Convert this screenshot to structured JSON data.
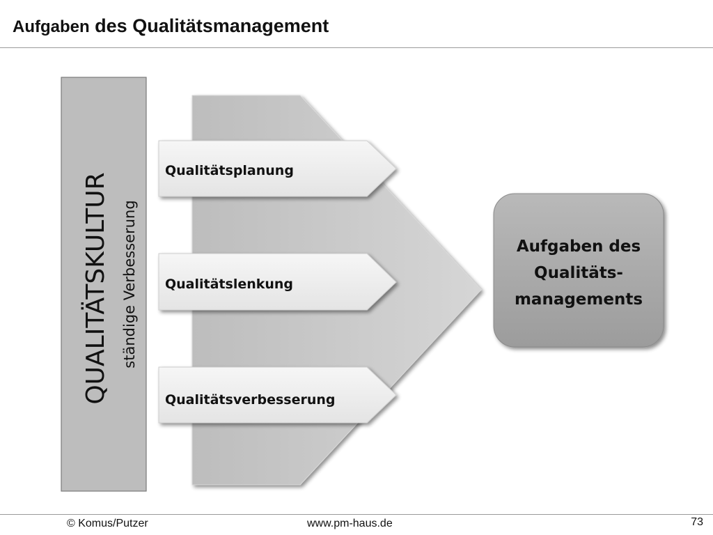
{
  "slide": {
    "title_small": "Aufgaben",
    "title_large": " des Qualitätsmanagement"
  },
  "diagram": {
    "culture_bar": {
      "title": "QUALITÄTSKULTUR",
      "subtitle": "ständige Verbesserung"
    },
    "tasks": [
      {
        "label": "Qualitätsplanung"
      },
      {
        "label": "Qualitätslenkung"
      },
      {
        "label": "Qualitätsverbesserung"
      }
    ],
    "result_box": {
      "line1": "Aufgaben des",
      "line2": "Qualitäts-",
      "line3": "managements"
    },
    "colors": {
      "culture_fill": "#bdbdbd",
      "big_arrow_fill": "#c6c6c6",
      "task_fill": "#eeeeee",
      "result_fill": "#a9a9a9"
    }
  },
  "footer": {
    "copyright": "© Komus/Putzer",
    "website": "www.pm-haus.de",
    "page_number": "73"
  }
}
